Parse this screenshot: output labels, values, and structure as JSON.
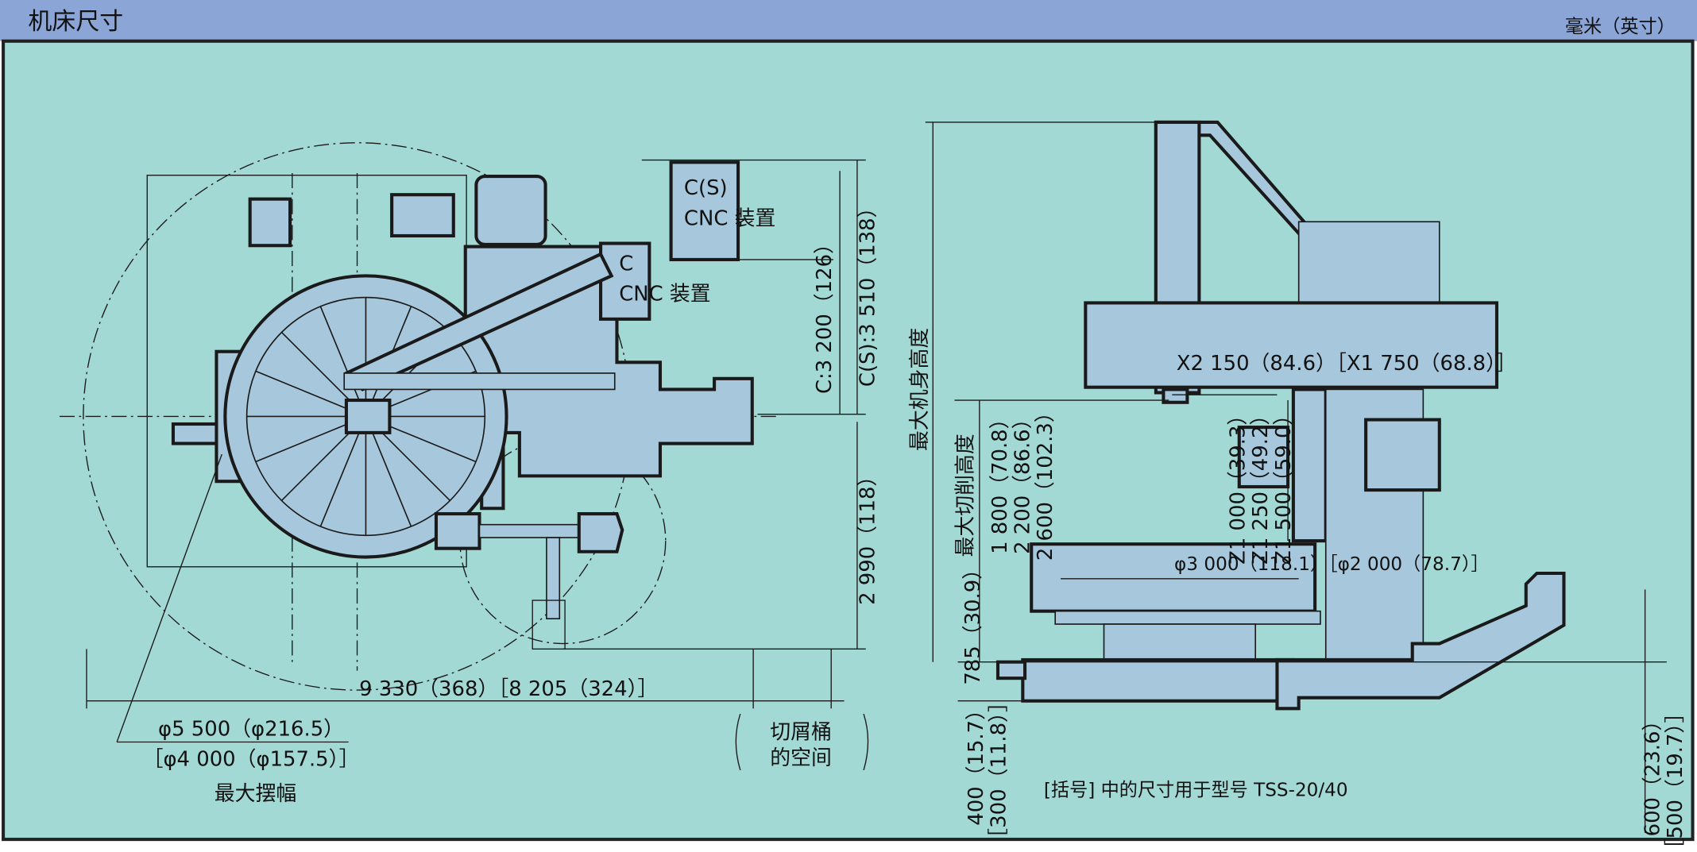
{
  "header": {
    "title": "机床尺寸",
    "units": "毫米（英寸）"
  },
  "colors": {
    "header_bg": "#8aa5d6",
    "panel_bg": "#a3d9d5",
    "machine_fill": "#a7c8dc",
    "line": "#1a1a1a"
  },
  "top_view": {
    "cnc_s_label": "C(S)",
    "cnc_s_device": "CNC 装置",
    "cnc_c_label": "C",
    "cnc_c_device": "CNC 装置",
    "dim_c_depth": "C:3 200（126）",
    "dim_cs_depth": "C(S):3 510（138）",
    "dim_depth_front": "2 990（118）",
    "dim_width": "9 330（368）［8 205（324）］",
    "swing_main": "φ5 500（φ216.5）",
    "swing_alt": "［φ4 000（φ157.5）］",
    "swing_label": "最大摆幅",
    "chip_bin_line1": "切屑桶",
    "chip_bin_line2": "的空间"
  },
  "side_view": {
    "max_body_height": "最大机身高度",
    "max_cut_height": "最大切削高度",
    "cut_heights": [
      "1 800（70.8）",
      "2 200（86.6）",
      "2 600（102.3）"
    ],
    "z_strokes": [
      "Z1 000（39.3）",
      "Z1 250（49.2）",
      "Z1 500（59.0）"
    ],
    "x_stroke": "X2 150（84.6）［X1 750（68.8）］",
    "table_dia": "φ3 000（118.1）［φ2 000（78.7）］",
    "table_height": "785（30.9）",
    "pit_depth_main": "400（15.7）",
    "pit_depth_alt": "［300（11.8）］",
    "conveyor_main": "600（23.6）",
    "conveyor_alt": "［500（19.7）］",
    "note": "[括号] 中的尺寸用于型号 TSS-20/40"
  }
}
